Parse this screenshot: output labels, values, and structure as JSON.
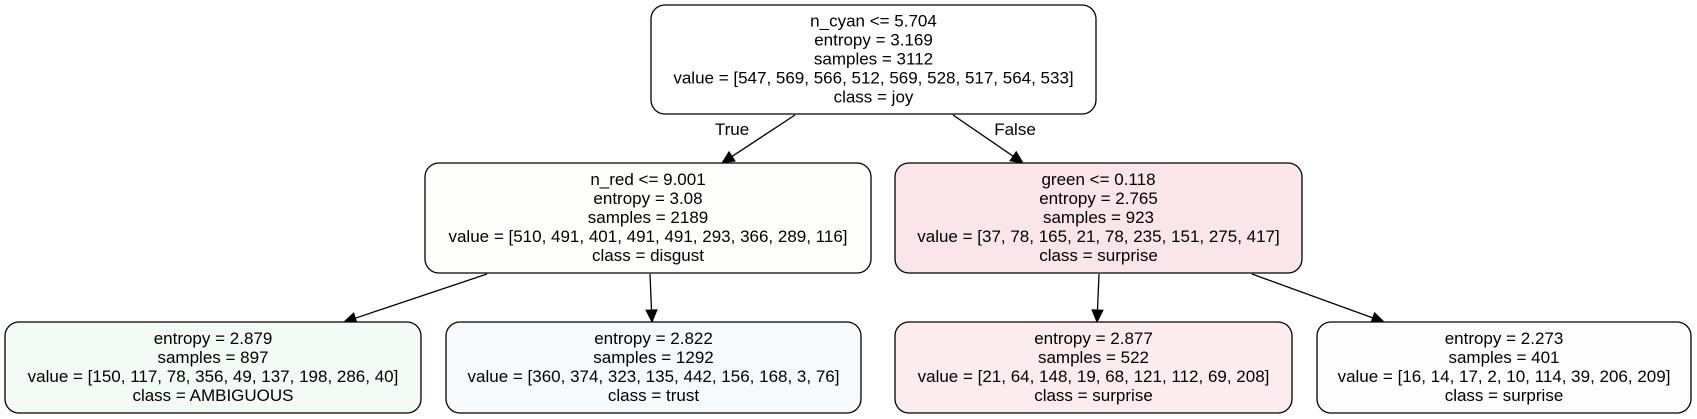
{
  "tree": {
    "nodes": [
      {
        "id": "root",
        "lines": [
          "n_cyan <= 5.704",
          "entropy = 3.169",
          "samples = 3112",
          "value = [547, 569, 566, 512, 569, 528, 517, 564, 533]",
          "class = joy"
        ],
        "fill": "#ffffff"
      },
      {
        "id": "left",
        "lines": [
          "n_red <= 9.001",
          "entropy = 3.08",
          "samples = 2189",
          "value = [510, 491, 401, 491, 491, 293, 366, 289, 116]",
          "class = disgust"
        ],
        "fill": "#fefefc"
      },
      {
        "id": "right",
        "lines": [
          "green <= 0.118",
          "entropy = 2.765",
          "samples = 923",
          "value = [37, 78, 165, 21, 78, 235, 151, 275, 417]",
          "class = surprise"
        ],
        "fill": "#fae5eb"
      },
      {
        "id": "left-left",
        "lines": [
          "entropy = 2.879",
          "samples = 897",
          "value = [150, 117, 78, 356, 49, 137, 198, 286, 40]",
          "class = AMBIGUOUS"
        ],
        "fill": "#f2fbf5"
      },
      {
        "id": "left-right",
        "lines": [
          "entropy = 2.822",
          "samples = 1292",
          "value = [360, 374, 323, 135, 442, 156, 168, 3, 76]",
          "class = trust"
        ],
        "fill": "#f6fafd"
      },
      {
        "id": "right-left",
        "lines": [
          "entropy = 2.877",
          "samples = 522",
          "value = [21, 64, 148, 19, 68, 121, 112, 69, 208]",
          "class = surprise"
        ],
        "fill": "#fcecf0"
      },
      {
        "id": "right-right",
        "lines": [
          "entropy = 2.273",
          "samples = 401",
          "value = [16, 14, 17, 2, 10, 114, 39, 206, 209]",
          "class = surprise"
        ],
        "fill": "#fdfdfd"
      }
    ],
    "edges": [
      {
        "from": "root",
        "to": "left",
        "label": "True"
      },
      {
        "from": "root",
        "to": "right",
        "label": "False"
      },
      {
        "from": "left",
        "to": "left-left",
        "label": ""
      },
      {
        "from": "left",
        "to": "left-right",
        "label": ""
      },
      {
        "from": "right",
        "to": "right-left",
        "label": ""
      },
      {
        "from": "right",
        "to": "right-right",
        "label": ""
      }
    ]
  }
}
